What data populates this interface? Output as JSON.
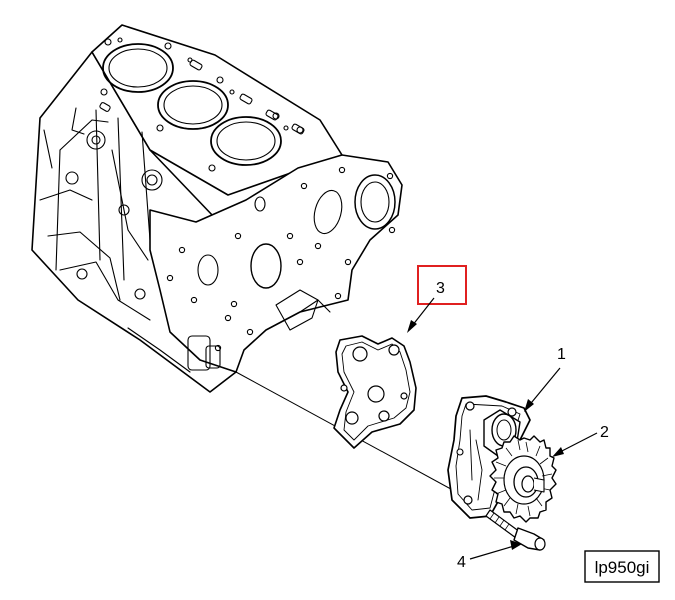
{
  "callouts": [
    {
      "number": "1",
      "part": "oil-pump"
    },
    {
      "number": "2",
      "part": "pump-gear"
    },
    {
      "number": "3",
      "part": "gasket",
      "highlighted": true
    },
    {
      "number": "4",
      "part": "bolt"
    }
  ],
  "figure_id": "lp950gi",
  "colors": {
    "line": "#000000",
    "highlight": "#e02020",
    "background": "#ffffff"
  }
}
